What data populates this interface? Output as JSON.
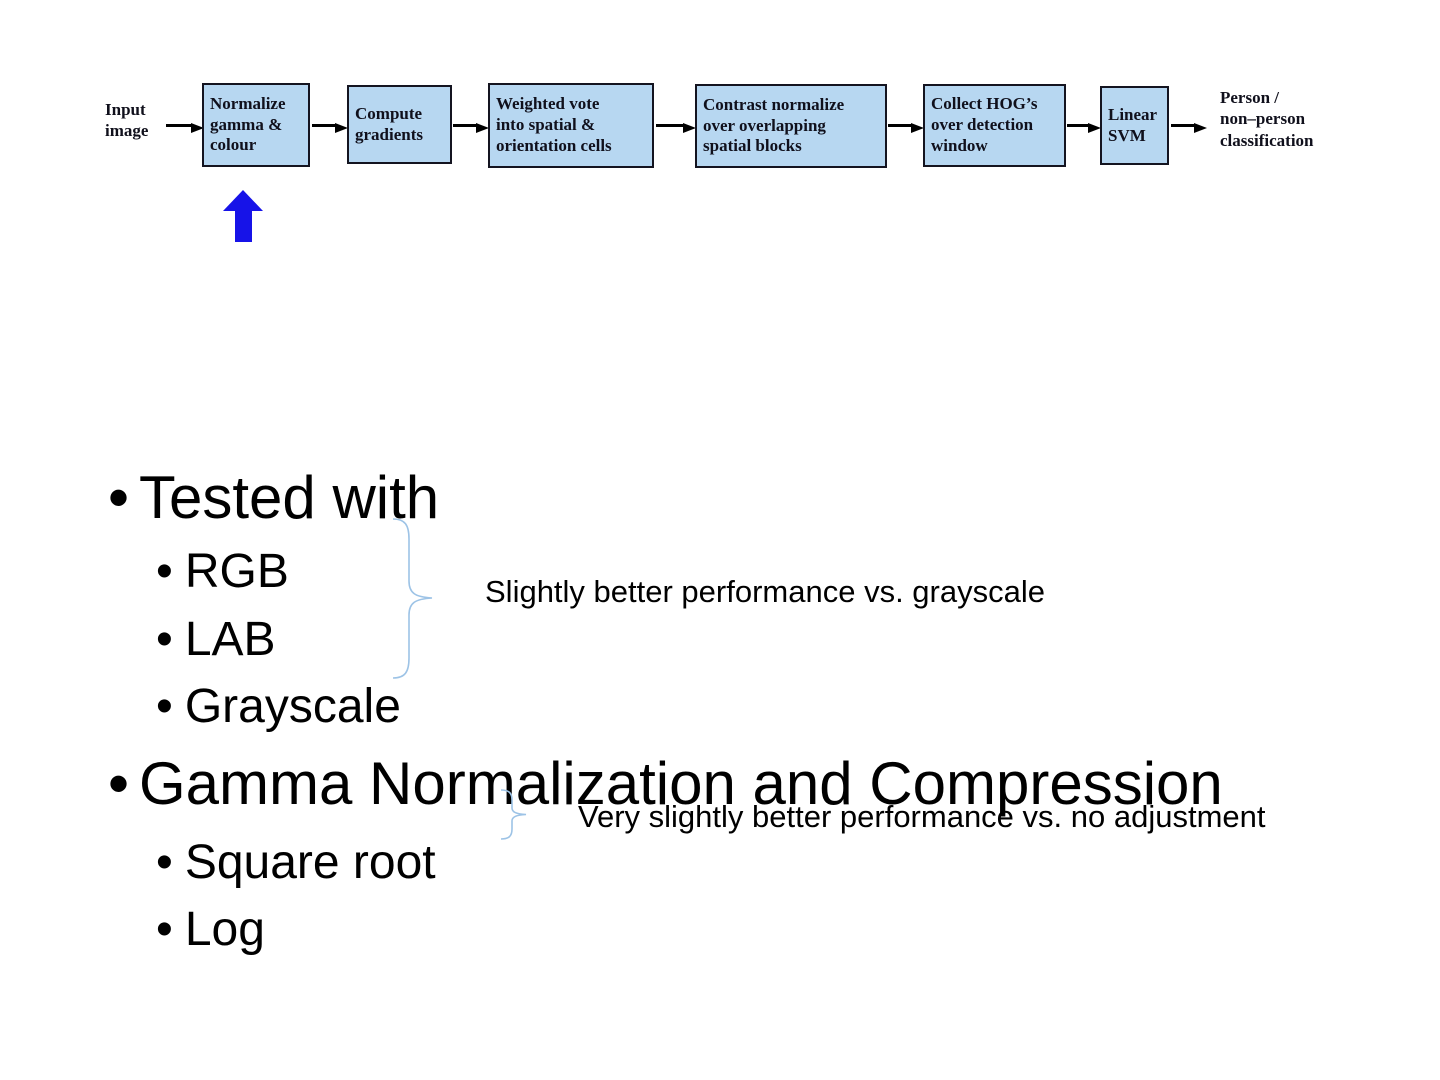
{
  "slide": {
    "background_color": "#ffffff",
    "topic": "HOG pipeline – colour and gamma normalization"
  },
  "flowchart": {
    "input_label": "Input\nimage",
    "boxes": [
      {
        "label": "Normalize\ngamma &\ncolour"
      },
      {
        "label": "Compute\ngradients"
      },
      {
        "label": "Weighted vote\ninto spatial &\norientation cells"
      },
      {
        "label": "Contrast normalize\nover overlapping\nspatial blocks"
      },
      {
        "label": "Collect HOG’s\nover detection\nwindow"
      },
      {
        "label": "Linear\nSVM"
      }
    ],
    "output_label": "Person /\nnon–person\nclassification",
    "box_fill_color": "#b7d7f1",
    "box_border_color": "#141420",
    "arrow_color": "#000000"
  },
  "highlight_arrow": {
    "color": "#1713e8"
  },
  "list": {
    "bullet": "•",
    "items": [
      {
        "level": 1,
        "text": "Tested with"
      },
      {
        "level": 2,
        "text": "RGB"
      },
      {
        "level": 2,
        "text": "LAB"
      },
      {
        "level": 2,
        "text": "Grayscale"
      },
      {
        "level": 1,
        "text": "Gamma Normalization and Compression"
      },
      {
        "level": 2,
        "text": "Square root"
      },
      {
        "level": 2,
        "text": "Log"
      }
    ]
  },
  "annotations": {
    "color_comparison": "Slightly better performance vs. grayscale",
    "gamma_comparison": "Very slightly better performance vs. no adjustment",
    "brace_color": "#9dc3e6"
  }
}
